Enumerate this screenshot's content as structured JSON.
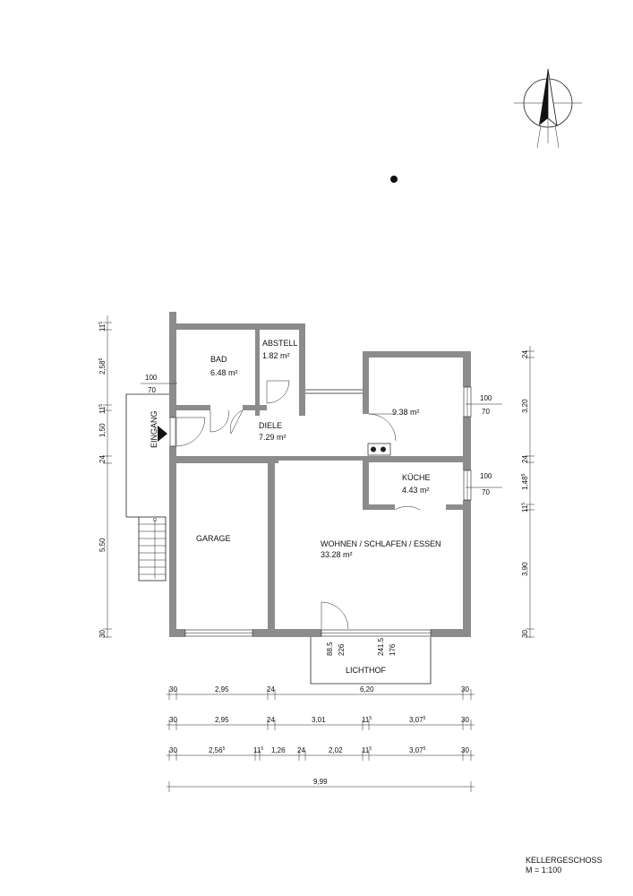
{
  "rooms": {
    "bad": {
      "name": "BAD",
      "area": "6.48 m²"
    },
    "abstell": {
      "name": "ABSTELL",
      "area": "1.82 m²"
    },
    "diele": {
      "name": "DIELE",
      "area": "7.29 m²"
    },
    "zimmer": {
      "area": "9.38 m²"
    },
    "kueche": {
      "name": "KÜCHE",
      "area": "4.43 m²"
    },
    "garage": {
      "name": "GARAGE"
    },
    "wohnen": {
      "name": "WOHNEN / SCHLAFEN / ESSEN",
      "area": "33.28 m²"
    },
    "lichthof": {
      "name": "LICHTHOF"
    },
    "eingang": {
      "name": "EINGANG"
    }
  },
  "windows": {
    "w_left_top": "100",
    "w_left_bot": "70",
    "w_r1_top": "100",
    "w_r1_bot": "70",
    "w_r2_top": "100",
    "w_r2_bot": "70"
  },
  "door_dims": {
    "d1": "88.5",
    "d2": "226",
    "d3": "241.5",
    "d4": "176"
  },
  "dim_left": {
    "a": "11",
    "a_sup": "5",
    "b": "2,58",
    "b_sup": "5",
    "c": "11",
    "c_sup": "5",
    "d": "1,50",
    "e": "24",
    "f": "5,50",
    "g": "30"
  },
  "dim_right": {
    "a": "24",
    "b": "3,20",
    "c": "24",
    "d": "1,48",
    "d_sup": "5",
    "e": "11",
    "e_sup": "5",
    "f": "3,90",
    "g": "30"
  },
  "dim_row1": {
    "a": "30",
    "b": "2,95",
    "c": "24",
    "d": "6,20",
    "e": "30"
  },
  "dim_row2": {
    "a": "30",
    "b": "2,95",
    "c": "24",
    "d": "3,01",
    "e": "11",
    "e_sup": "5",
    "f": "3,07",
    "f_sup": "5",
    "g": "30"
  },
  "dim_row3": {
    "a": "30",
    "b": "2,56",
    "b_sup": "5",
    "c": "11",
    "c_sup": "5",
    "d": "1,26",
    "e": "24",
    "f": "2,02",
    "g": "11",
    "g_sup": "5",
    "h": "3,07",
    "h_sup": "5",
    "i": "30"
  },
  "dim_row4": {
    "a": "9,99"
  },
  "caption": {
    "title": "KELLERGESCHOSS",
    "scale": "M = 1:100"
  }
}
